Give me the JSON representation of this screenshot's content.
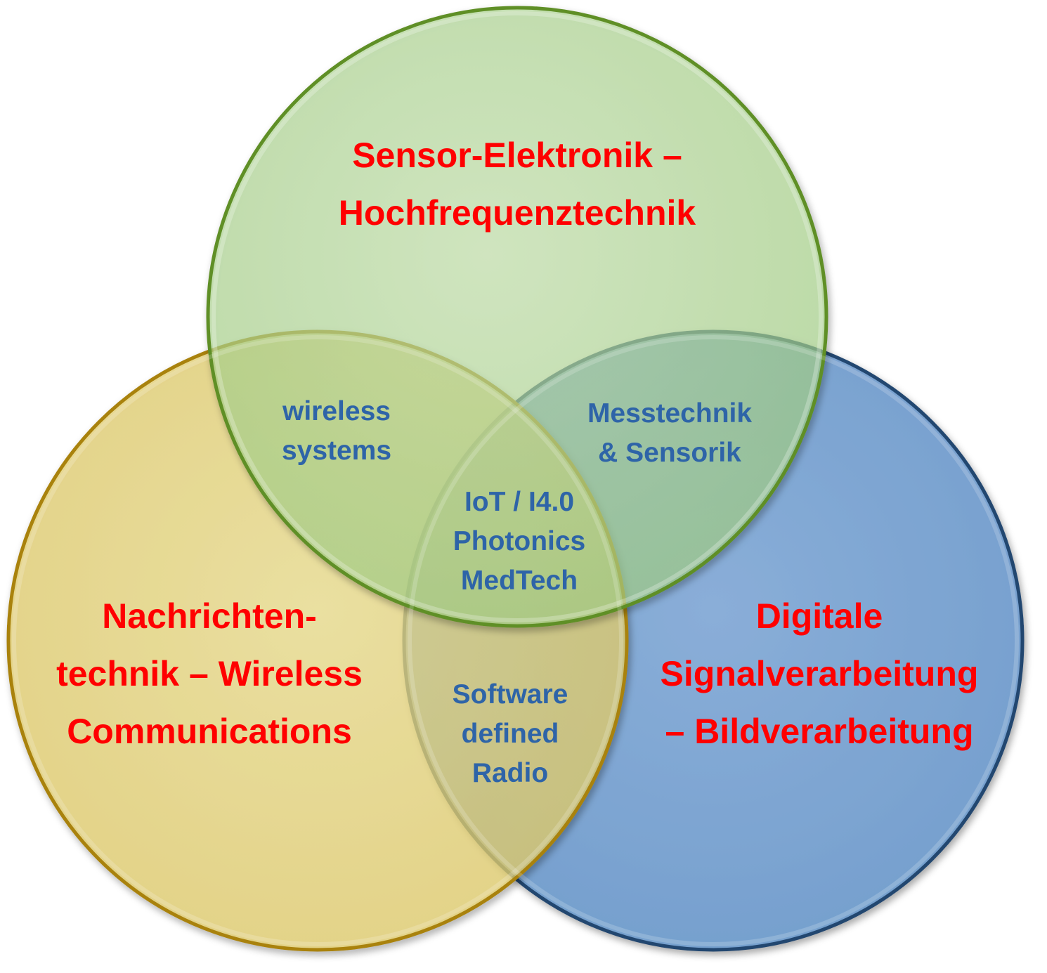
{
  "circles": [
    {
      "id": "sensor",
      "title_lines": [
        "Sensor-Elektronik –",
        "Hochfrequenztechnik"
      ],
      "fill": "#a8d68a",
      "stroke": "#6a9a2c"
    },
    {
      "id": "communications",
      "title_lines": [
        "Nachrichten-",
        "technik – Wireless",
        "Communications"
      ],
      "fill": "#e8d26c",
      "stroke": "#b08a10"
    },
    {
      "id": "signal",
      "title_lines": [
        "Digitale",
        "Signalverarbeitung",
        "– Bildverarbeitung"
      ],
      "fill": "#6e9ccd",
      "stroke": "#2a4f7c"
    }
  ],
  "intersections": {
    "sensor_communications": [
      "wireless",
      "systems"
    ],
    "sensor_signal": [
      "Messtechnik",
      "& Sensorik"
    ],
    "communications_signal": [
      "Software",
      "defined",
      "Radio"
    ],
    "all": [
      "IoT / I4.0",
      "Photonics",
      "MedTech"
    ]
  },
  "colors": {
    "title_text": "#ff0000",
    "overlap_text": "#2e64a8"
  }
}
